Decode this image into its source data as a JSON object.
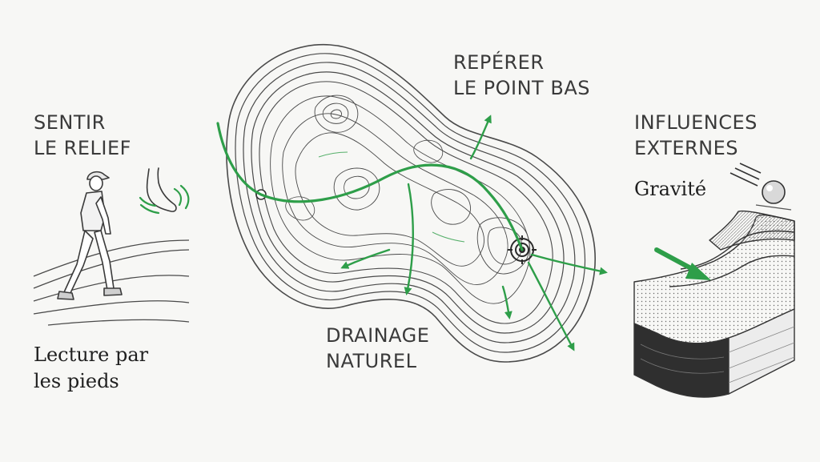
{
  "labels": {
    "sentir": "SENTIR\nLE RELIEF",
    "reperer": "REPÉRER\nLE POINT BAS",
    "influences": "INFLUENCES\nEXTERNES",
    "drainage": "DRAINAGE\nNATUREL",
    "lecture": "Lecture par\nles pieds",
    "gravite": "Gravité"
  },
  "colors": {
    "ink": "#4a4a4a",
    "green": "#2e9e49",
    "background": "#f7f7f5"
  },
  "icons": [
    "walking-golfer-icon",
    "foot-icon",
    "golf-ball-icon",
    "hole-target-icon",
    "terrain-block-icon"
  ]
}
